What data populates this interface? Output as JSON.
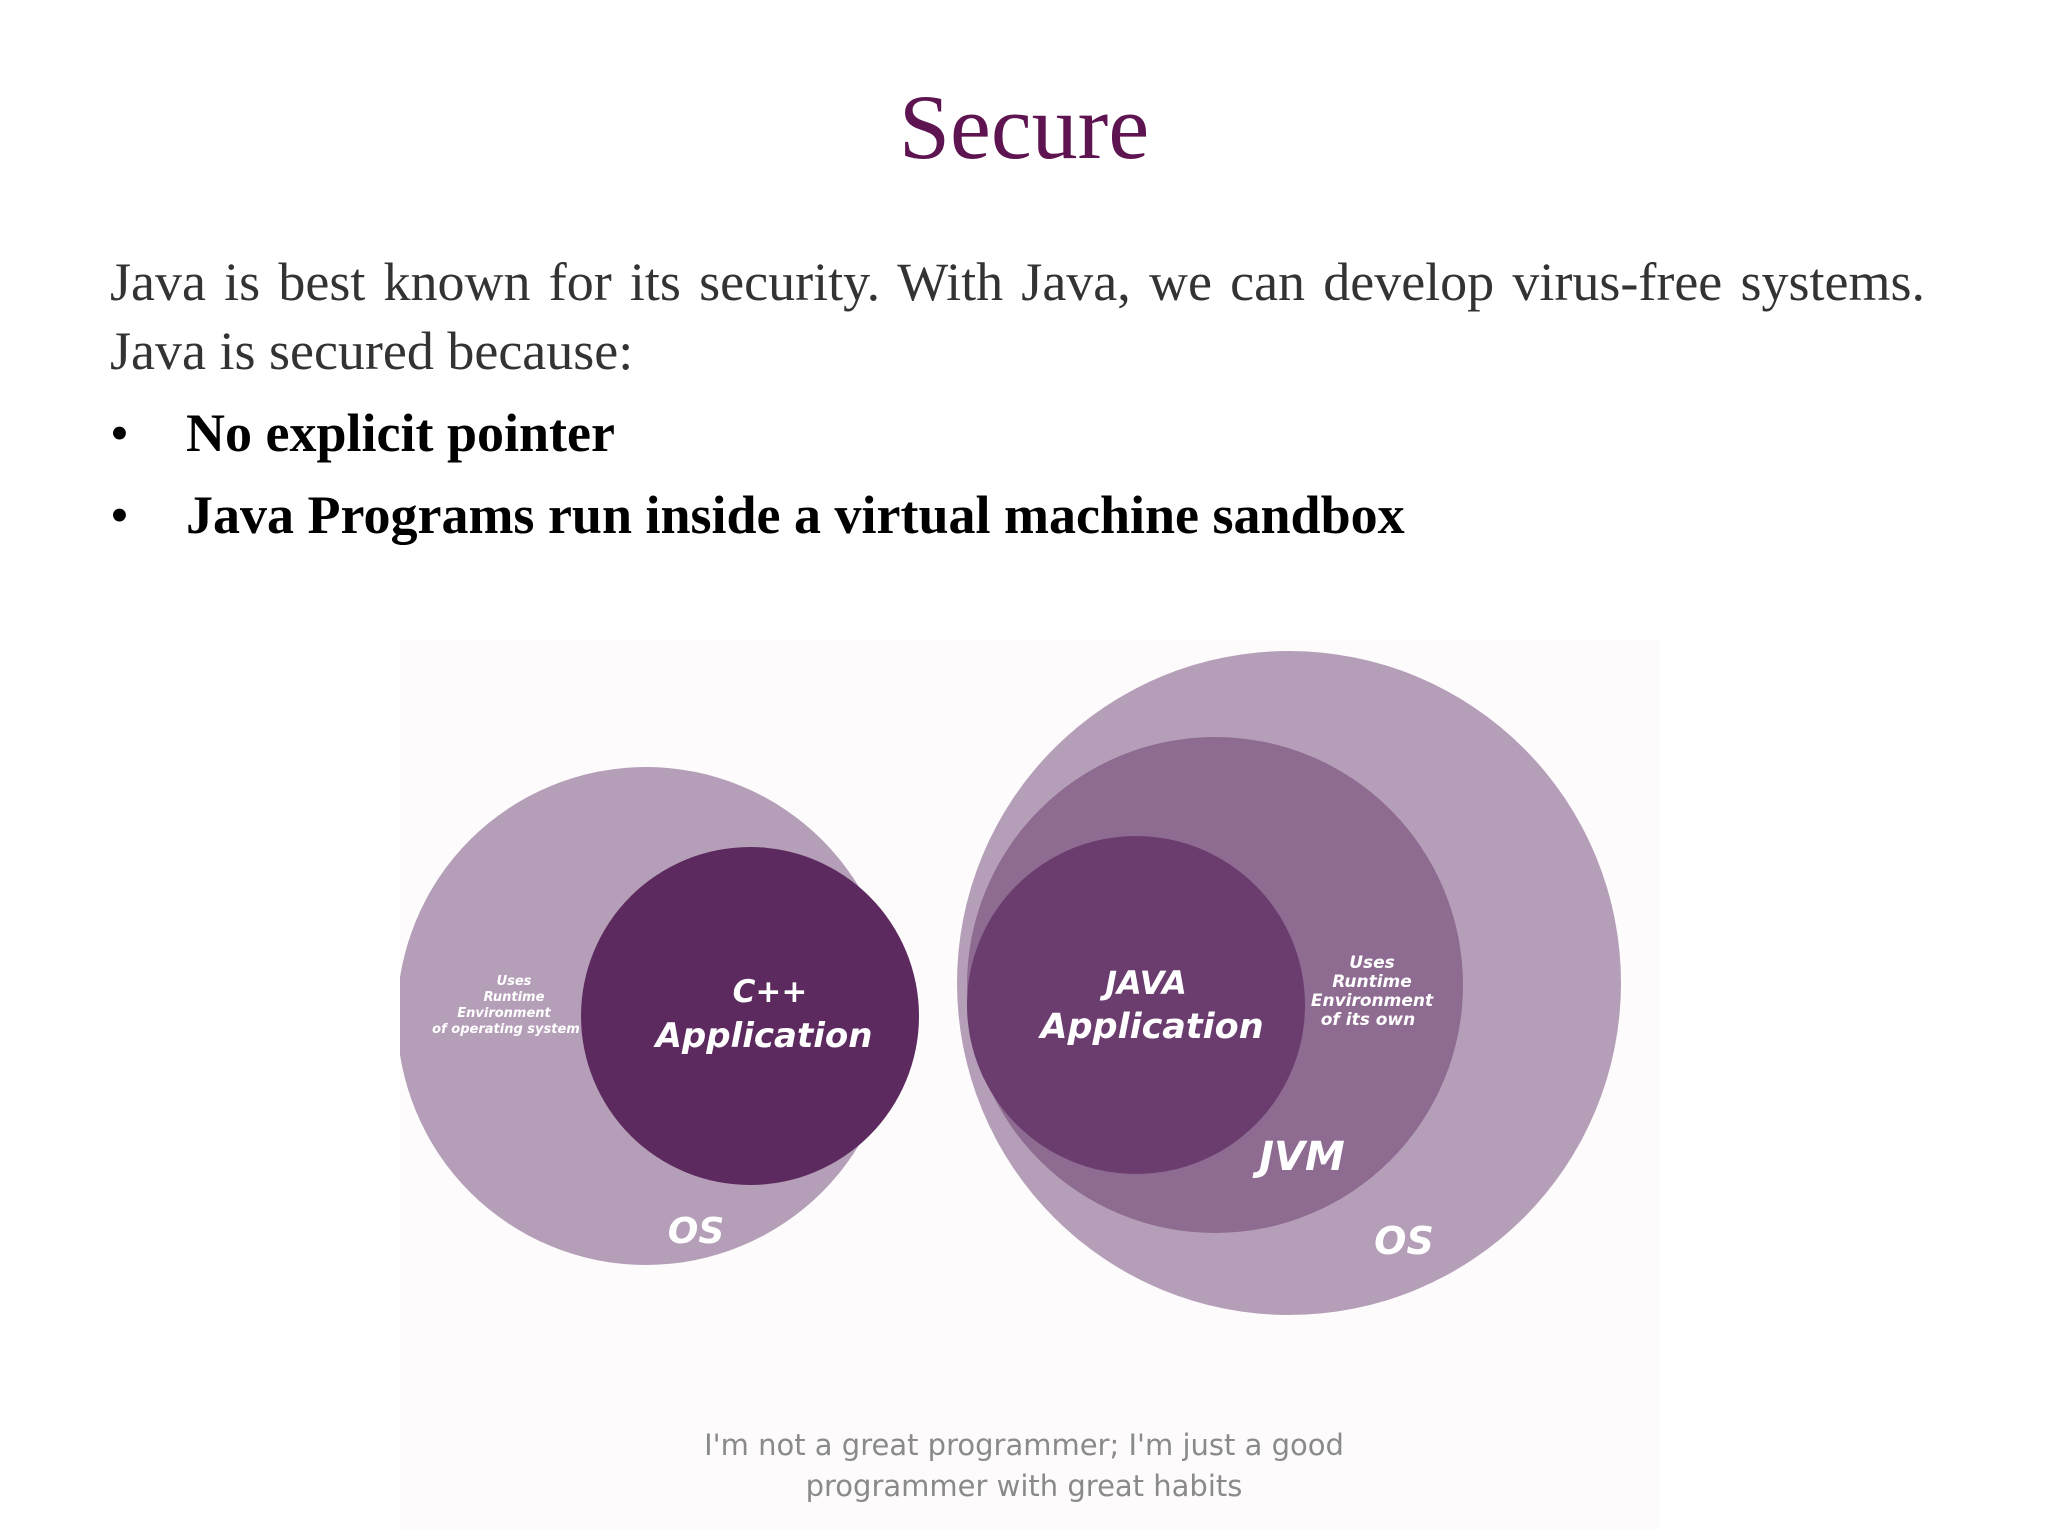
{
  "slide": {
    "title": "Secure",
    "intro": "Java is best known for its security. With Java, we can develop virus-free systems. Java is secured because:",
    "bullets": [
      "No explicit pointer",
      "Java Programs run inside a virtual machine sandbox"
    ],
    "bullet_symbol": "•"
  },
  "diagram": {
    "left": {
      "app_line1": "C++",
      "app_line2": "Application",
      "note_lines": [
        "Uses",
        "Runtime",
        "Environment",
        "of operating system"
      ],
      "os_label": "OS"
    },
    "right": {
      "app_line1": "JAVA",
      "app_line2": "Application",
      "note_lines": [
        "Uses",
        "Runtime",
        "Environment",
        "of its own"
      ],
      "jvm_label": "JVM",
      "os_label": "OS"
    },
    "colors": {
      "os": "#b59fb8",
      "jvm": "#8e6b91",
      "java_app": "#6b3d6f",
      "cpp_app": "#5c2a5e",
      "title": "#5e1450"
    }
  },
  "footer": {
    "quote_line1": "I'm not a great programmer; I'm just a good",
    "quote_line2": "programmer with great habits"
  }
}
